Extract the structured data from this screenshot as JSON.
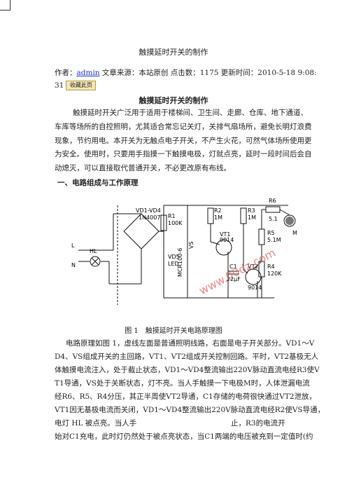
{
  "article": {
    "title": "触摸延时开关的制作",
    "meta": {
      "author_label": "作者：",
      "author": "admin",
      "rest": " 文章来源：本站原创 点击数：1175 更新时间：2010-5-18 9:08:",
      "rest2": "31",
      "favorite": "收藏此页"
    },
    "heading": "触摸延时开关的制作",
    "intro": [
      "触摸延时开关广泛用于适用于楼梯间、卫生间、走廊、仓库、地下通道、",
      "车库等场所的自控照明，尤其适合常忘记关灯，关排气扇场所，避免长明灯浪费",
      "现象，节约用电。本开关为无触点电子开关，不产生火花，可然气体场所使用更",
      "为安全。使用时，只要用手指摸一下触摸电极，灯就点亮，延时一段时间后会自",
      "动熄灭，可以直接取代普通开关，不必更改原有布线。"
    ],
    "section1": "一、电路组成与工作原理",
    "figure_caption": "图 1　触摸延时开关电路原理图",
    "body": [
      "电路原理如图 1，虚线左面是普通照明线路，右面是电子开关部分。VD1～V",
      "D4、VS组成开关的主回路，VT1、VT2组成开关控制回路。平时，VT2基极无人",
      "体触摸电流注入，处于截止状态，VD1～VD4整流输出220V脉动直流电经R3使V",
      "T1导通，VS处于关断状态，灯不亮。当人手触摸一下电极M时，人体泄漏电流",
      "经R6、R5、R4分压，其正半周使VT2导通，C1存储的电荷很快通过VT2泄放，",
      "VT1因无基极电流而关闭，VD1～VD4整流输出220V脉动直流电经R2使VS导通，",
      "电灯 HL 被点亮。当人手",
      "止，R3的电流开",
      "始对C1充电，此时灯仍然处于被点亮状态，当C1两端的电压被充到一定值时(约"
    ]
  },
  "diagram": {
    "labels": {
      "vd": "VD1-VD4",
      "vd_part": "1N4007",
      "L": "L",
      "N": "N",
      "HL": "HL",
      "R1": "R1",
      "R1v": "100K",
      "MCR": "MCR100-6",
      "VS": "VS",
      "VD5": "VD5",
      "LED": "LED",
      "R2": "R2",
      "R2v": "1M",
      "R3": "R3",
      "R3v": "1M",
      "VT1": "VT1",
      "VT1p": "9014",
      "C1": "C1",
      "C1v": "22μF",
      "VT2": "VT2",
      "VT2p": "9014",
      "R6": "R6",
      "R6v": "5.1",
      "M": "M",
      "R5": "R5",
      "R5v": "5.1M",
      "R4": "R4",
      "R4v": "120K",
      "watermark": "www.00dz.com"
    }
  }
}
